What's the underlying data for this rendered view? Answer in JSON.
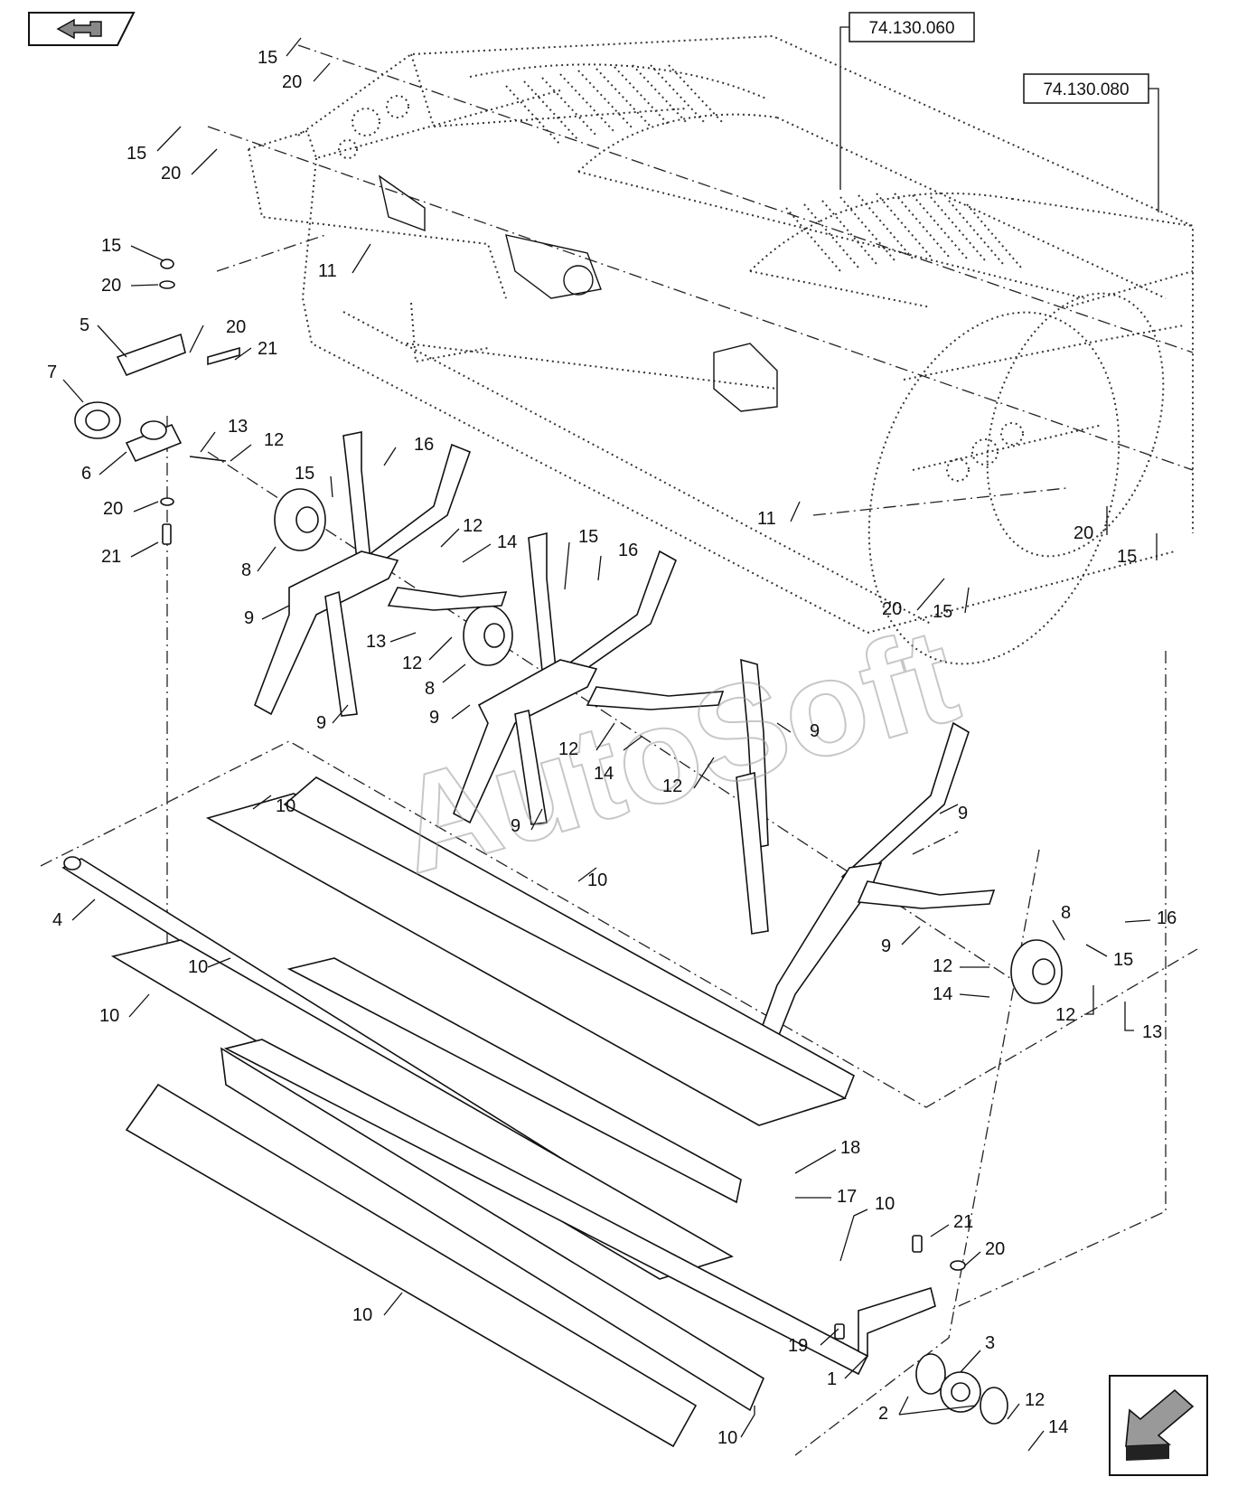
{
  "nav": {
    "prev_icon": "back-arrow-icon",
    "next_icon": "forward-arrow-icon"
  },
  "references": [
    "74.130.060",
    "74.130.080"
  ],
  "callouts": [
    "15",
    "20",
    "15",
    "20",
    "15",
    "20",
    "5",
    "20",
    "21",
    "7",
    "6",
    "20",
    "21",
    "13",
    "12",
    "11",
    "16",
    "15",
    "8",
    "9",
    "9",
    "12",
    "14",
    "15",
    "16",
    "13",
    "12",
    "8",
    "9",
    "9",
    "12",
    "14",
    "12",
    "9",
    "9",
    "11",
    "20",
    "15",
    "20",
    "15",
    "10",
    "10",
    "4",
    "10",
    "10",
    "10",
    "8",
    "16",
    "15",
    "9",
    "12",
    "14",
    "12",
    "13",
    "18",
    "17",
    "10",
    "21",
    "20",
    "19",
    "1",
    "3",
    "2",
    "12",
    "14",
    "10"
  ],
  "watermark": "AutoSoft",
  "colors": {
    "ink": "#111111",
    "paper": "#ffffff",
    "watermark": "#9a9a9a"
  }
}
